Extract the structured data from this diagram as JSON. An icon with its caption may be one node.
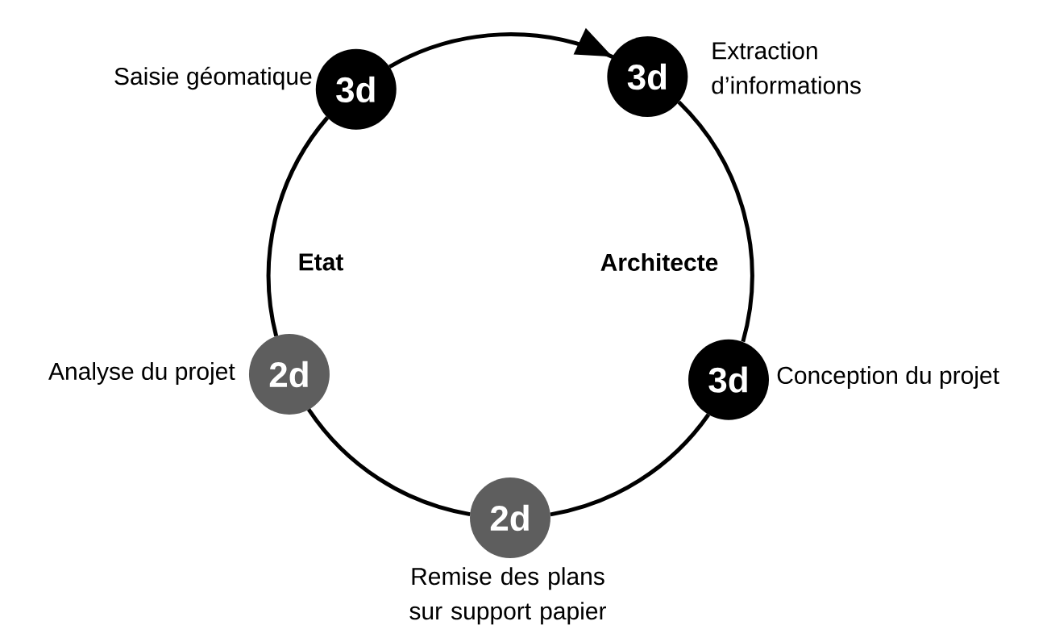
{
  "diagram": {
    "nodes": [
      {
        "text": [
          "3d"
        ],
        "beside": [
          "Saisie géomatique"
        ]
      },
      {
        "text": [
          "3d"
        ],
        "beside": [
          "Extraction d’informations"
        ]
      },
      {
        "text": [
          "2d"
        ],
        "beside": [
          "Analyse du projet"
        ]
      },
      {
        "text": [
          "3d"
        ],
        "beside": [
          "Conception du projet"
        ]
      },
      {
        "text": [
          "2d"
        ],
        "beside": [
          "Remise des plans sur support papier"
        ]
      }
    ],
    "edges": [
      {
        "from": 0,
        "to": 1,
        "arrow": "to"
      },
      {
        "from": 1,
        "to": 3,
        "arrow": "none"
      },
      {
        "from": 3,
        "to": 4,
        "arrow": "none"
      },
      {
        "from": 4,
        "to": 2,
        "arrow": "none"
      },
      {
        "from": 2,
        "to": 0,
        "arrow": "none"
      }
    ],
    "labels": [
      "Etat",
      "Architecte"
    ]
  }
}
